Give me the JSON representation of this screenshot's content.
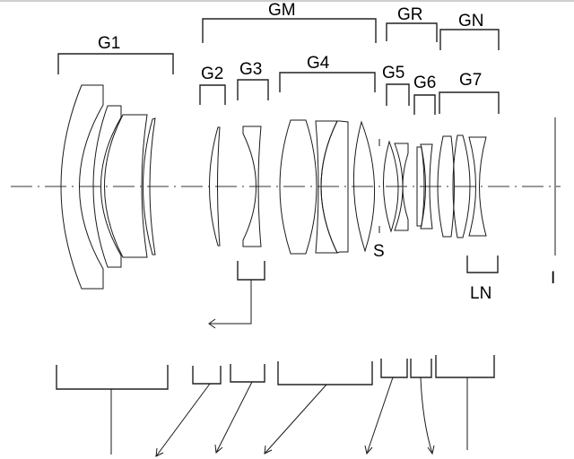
{
  "diagram": {
    "type": "optical lens cross-section",
    "group_labels": {
      "G1": "G1",
      "GM": "GM",
      "GR": "GR",
      "GN": "GN",
      "G2": "G2",
      "G3": "G3",
      "G4": "G4",
      "G5": "G5",
      "G6": "G6",
      "G7": "G7",
      "LN": "LN"
    },
    "stop_label": "S",
    "image_plane_label": "I",
    "groups": [
      {
        "name": "G1",
        "elements": 4
      },
      {
        "name": "G2",
        "elements": 1
      },
      {
        "name": "G3",
        "elements": 1
      },
      {
        "name": "G4",
        "elements": 4
      },
      {
        "name": "G5",
        "elements": 2
      },
      {
        "name": "G6",
        "elements": 2
      },
      {
        "name": "G7",
        "elements": 3
      }
    ],
    "super_groups": [
      {
        "name": "GM",
        "contains": [
          "G2",
          "G3",
          "G4"
        ]
      },
      {
        "name": "GR",
        "contains": [
          "G5",
          "G6"
        ]
      },
      {
        "name": "GN",
        "contains": [
          "G7"
        ]
      }
    ],
    "movement_arrows": [
      {
        "group": "G1",
        "motion": "fixed"
      },
      {
        "group": "G2",
        "motion": "toward object"
      },
      {
        "group": "G3",
        "motion": "toward object"
      },
      {
        "group": "G3",
        "motion": "focusing (left arrow)"
      },
      {
        "group": "G4",
        "motion": "toward object"
      },
      {
        "group": "G5",
        "motion": "toward object"
      },
      {
        "group": "G6",
        "motion": "curved"
      },
      {
        "group": "G7",
        "motion": "fixed"
      }
    ]
  }
}
